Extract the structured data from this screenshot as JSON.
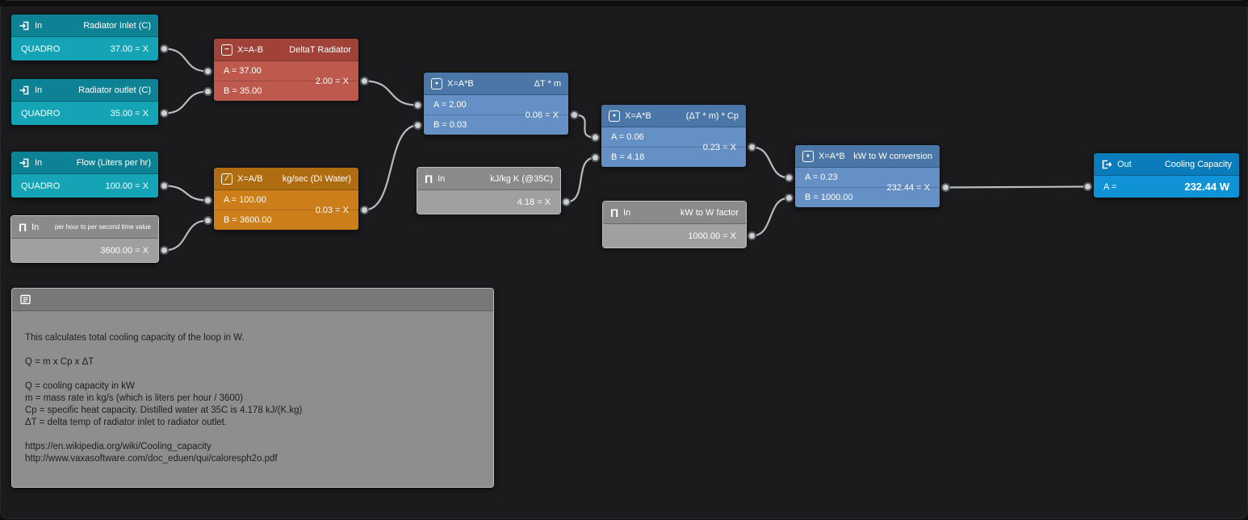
{
  "colors": {
    "background": "#1b1b1d",
    "input_node": "#15a4b6",
    "subtract_node": "#bd5a4d",
    "divide_node": "#cc7e1b",
    "multiply_node": "#6590c5",
    "constant_node": "#a0a0a0",
    "output_node": "#1092d6",
    "wire": "#b8bcbe"
  },
  "icons": {
    "input": "sign-in-arrow",
    "output": "sign-out-arrow",
    "constant": "pi",
    "subtract_glyph": "−",
    "divide_glyph": "∕",
    "multiply_glyph": "●",
    "pi_glyph": "Π",
    "comment": "note-lines"
  },
  "nodes": {
    "radiator_inlet": {
      "type_label": "In",
      "title": "Radiator Inlet (C)",
      "source": "QUADRO",
      "value": "37.00 = X"
    },
    "radiator_outlet": {
      "type_label": "In",
      "title": "Radiator outlet (C)",
      "source": "QUADRO",
      "value": "35.00 = X"
    },
    "flow": {
      "type_label": "In",
      "title": "Flow (Liters per hr)",
      "source": "QUADRO",
      "value": "100.00 = X"
    },
    "time_const": {
      "type_label": "In",
      "title": "per hour to per second time value",
      "value": "3600.00 = X"
    },
    "deltat": {
      "formula": "X=A-B",
      "title": "DeltaT Radiator",
      "a": "A = 37.00",
      "b": "B = 35.00",
      "out": "2.00 = X"
    },
    "kg_sec": {
      "formula": "X=A/B",
      "title": "kg/sec (DI Water)",
      "a": "A = 100.00",
      "b": "B = 3600.00",
      "out": "0.03 = X"
    },
    "dt_m": {
      "formula": "X=A*B",
      "title": "ΔT * m",
      "a": "A = 2.00",
      "b": "B = 0.03",
      "out": "0.06 = X"
    },
    "cp_const": {
      "type_label": "In",
      "title": "kJ/kg K (@35C)",
      "value": "4.18 = X"
    },
    "dtm_cp": {
      "formula": "X=A*B",
      "title": "(ΔT * m) * Cp",
      "a": "A = 0.06",
      "b": "B = 4.18",
      "out": "0.23 = X"
    },
    "kw_factor": {
      "type_label": "In",
      "title": "kW to W factor",
      "value": "1000.00 = X"
    },
    "kw_to_w": {
      "formula": "X=A*B",
      "title": "kW to W conversion",
      "a": "A = 0.23",
      "b": "B = 1000.00",
      "out": "232.44 = X"
    },
    "output": {
      "type_label": "Out",
      "title": "Cooling Capacity",
      "a_label": "A =",
      "value": "232.44 W"
    },
    "comment": {
      "text": "This calculates total cooling capacity of the loop in W.\n\nQ = m x Cp x ΔT\n\nQ = cooling capacity in kW\nm = mass rate in kg/s (which is liters per hour / 3600)\nCp = specific heat capacity. Distilled water at 35C is 4.178 kJ/(K.kg)\nΔT = delta temp of radiator inlet to radiator outlet.\n\nhttps://en.wikipedia.org/wiki/Cooling_capacity\nhttp://www.vaxasoftware.com/doc_eduen/qui/caloresph2o.pdf"
    }
  },
  "connections": [
    {
      "from": "radiator_inlet.out",
      "to": "deltat.a"
    },
    {
      "from": "radiator_outlet.out",
      "to": "deltat.b"
    },
    {
      "from": "flow.out",
      "to": "kg_sec.a"
    },
    {
      "from": "time_const.out",
      "to": "kg_sec.b"
    },
    {
      "from": "deltat.out",
      "to": "dt_m.a"
    },
    {
      "from": "kg_sec.out",
      "to": "dt_m.b"
    },
    {
      "from": "dt_m.out",
      "to": "dtm_cp.a"
    },
    {
      "from": "cp_const.out",
      "to": "dtm_cp.b"
    },
    {
      "from": "dtm_cp.out",
      "to": "kw_to_w.a"
    },
    {
      "from": "kw_factor.out",
      "to": "kw_to_w.b"
    },
    {
      "from": "kw_to_w.out",
      "to": "output.a"
    }
  ]
}
